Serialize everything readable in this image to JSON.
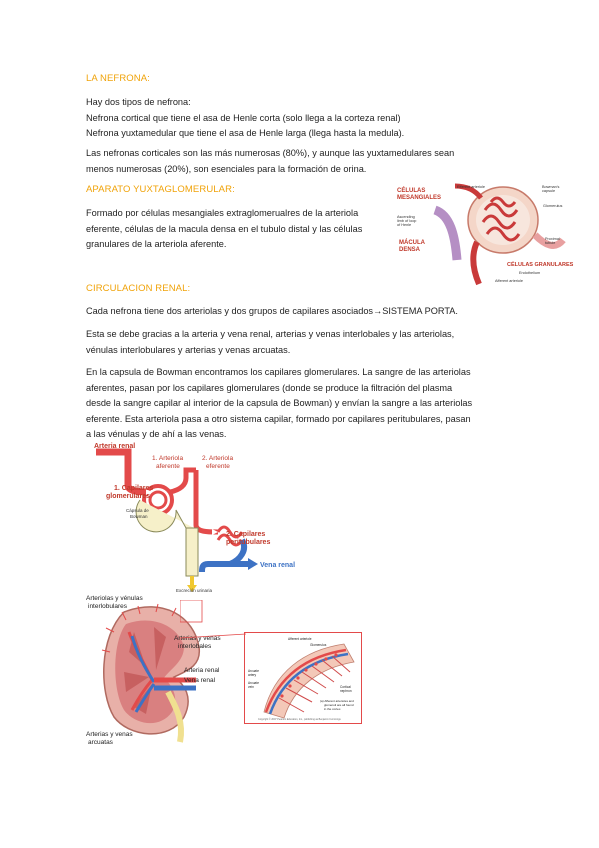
{
  "sections": {
    "nefrona": {
      "heading": "LA NEFRONA:",
      "p1": [
        "Hay dos tipos de nefrona:",
        "Nefrona cortical que tiene el asa de Henle corta (solo llega a la corteza renal)",
        "Nefrona yuxtamedular que tiene el asa de Henle larga (llega hasta la medula)."
      ],
      "p2": [
        "Las nefronas corticales son las más numerosas (80%), y aunque las yuxtamedulares sean",
        "menos numerosas (20%), son esenciales para la formación de orina."
      ]
    },
    "aparato": {
      "heading": "APARATO YUXTAGLOMERULAR:",
      "p1": [
        "Formado por células mesangiales extraglomerualres de la arteriola",
        "eferente, células de la macula densa en el tubulo distal y las células",
        "granulares de la arteriola aferente."
      ]
    },
    "circulacion": {
      "heading": "CIRCULACION RENAL:",
      "p1": [
        "Cada nefrona tiene dos arteriolas y dos grupos de capilares asociados→SISTEMA PORTA."
      ],
      "p2": [
        "Esta se debe gracias a la arteria y vena renal, arterias y venas interlobales y las arteriolas,",
        "vénulas interlobulares y arterias y venas arcuatas."
      ],
      "p3": [
        "En la capsula de Bowman encontramos los capilares glomerulares. La sangre de las arteriolas",
        "aferentes, pasan por los capilares glomerulares (donde se produce la filtración del plasma",
        "desde la sangre capilar al interior de la capsula de Bowman) y envían la sangre a las arteriolas",
        "eferente. Esta arteriola pasa a otro sistema capilar, formado por capilares peritubulares, pasan",
        "a las vénulas y de ahí a las venas."
      ]
    }
  },
  "figure_juxta": {
    "labels": {
      "mesangiales_1": "CÉLULAS",
      "mesangiales_2": "MESANGIALES",
      "macula_1": "MÁCULA",
      "macula_2": "DENSA",
      "granulares": "CÉLULAS GRANULARES",
      "efferent": "Efferent arteriole",
      "bowman_1": "Bowman's",
      "bowman_2": "capsule",
      "glomerulus": "Glomerulus",
      "ascending_1": "Ascending",
      "ascending_2": "limb of loop",
      "ascending_3": "of Henle",
      "proximal_1": "Proximal",
      "proximal_2": "tubule",
      "endothelium": "Endothelium",
      "afferent": "Afferent arteriole"
    }
  },
  "figure_circ": {
    "labels": {
      "arteria_renal": "Arteria renal",
      "aferente_1": "1. Arteriola",
      "aferente_2": "aferente",
      "eferente_1": "2. Arteriola",
      "eferente_2": "eferente",
      "capilares_glom_1": "1. Capilares",
      "capilares_glom_2": "glomerulares",
      "capsula_1": "Cápsula de",
      "capsula_2": "Bowman",
      "capilares_peri_1": "2. Capilares",
      "capilares_peri_2": "peritubulares",
      "vena_renal": "Vena renal",
      "excrecion": "Excreción urinaria"
    }
  },
  "figure_kidney": {
    "labels": {
      "arteriolas_1": "Arteriolas y vénulas",
      "arteriolas_2": "interlobulares",
      "interlobales_1": "Arterias y venas",
      "interlobales_2": "interlobales",
      "arteria_renal": "Arteria renal",
      "vena_renal": "Vena renal",
      "arcuatas_1": "Arterias y venas",
      "arcuatas_2": "arcuatas"
    }
  },
  "figure_cortex": {
    "labels": {
      "afferent": "Afferent arteriole",
      "glomerulus": "Glomerulus",
      "arcuate_artery_1": "Arcuate",
      "arcuate_artery_2": "artery",
      "arcuate_vein_1": "Arcuate",
      "arcuate_vein_2": "vein",
      "cortical_1": "Cortical",
      "cortical_2": "nephron",
      "caption_1": "(a) Afferent arterioles and",
      "caption_2": "glomeruli are all found",
      "caption_3": "in the cortex.",
      "copyright": "Copyright © 2007 Pearson Education, Inc., publishing as Benjamin Cummings"
    }
  },
  "colors": {
    "heading": "#f0a30a",
    "artery": "#e34a4a",
    "vein": "#3d72c4",
    "tubule": "#f6f0c9"
  }
}
